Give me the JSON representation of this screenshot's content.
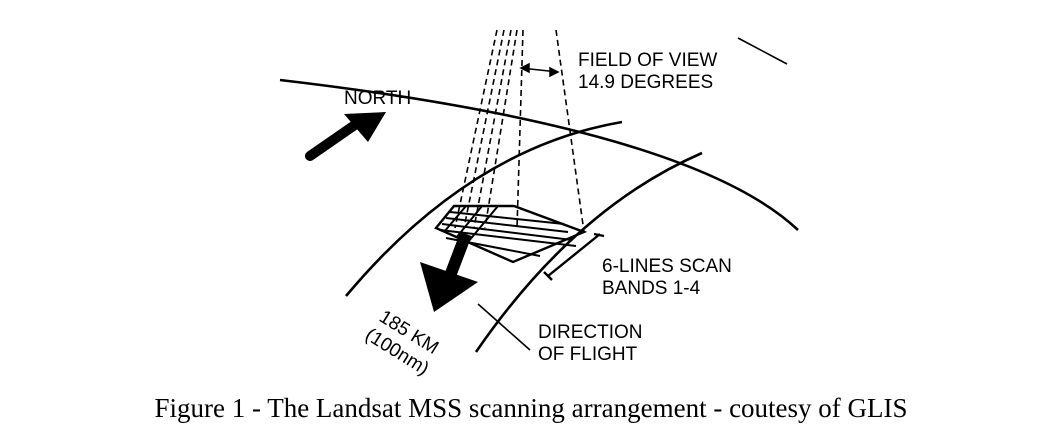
{
  "diagram": {
    "labels": {
      "north": "NORTH",
      "field_of_view_line1": "FIELD OF VIEW",
      "field_of_view_line2": "14.9 DEGREES",
      "scan_line1": "6-LINES SCAN",
      "scan_line2": "BANDS 1-4",
      "swath_width_line1": "185 KM",
      "swath_width_line2": "(100nm)",
      "direction_line1": "DIRECTION",
      "direction_line2": "OF FLIGHT"
    }
  },
  "caption": "Figure 1 - The Landsat MSS scanning arrangement - coutesy of GLIS"
}
